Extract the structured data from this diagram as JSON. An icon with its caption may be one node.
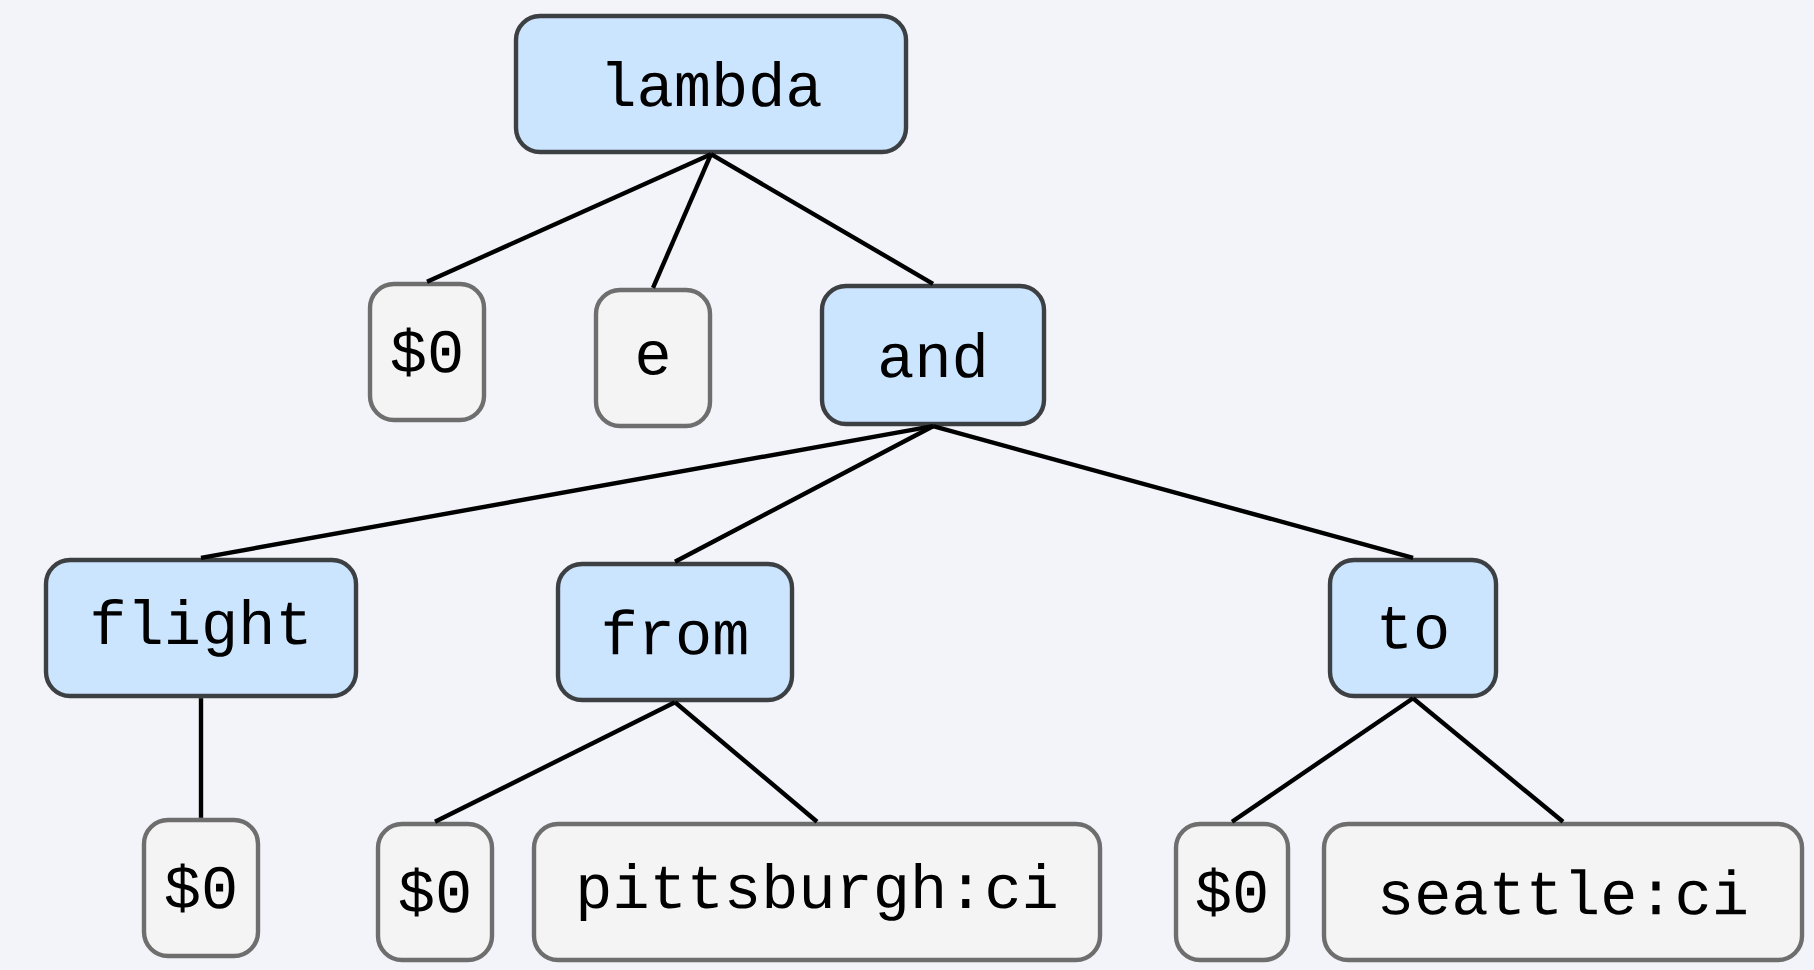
{
  "diagram": {
    "nodes": [
      {
        "text": [
          "lambda"
        ]
      },
      {
        "text": [
          "$0"
        ]
      },
      {
        "text": [
          "e"
        ]
      },
      {
        "text": [
          "and"
        ]
      },
      {
        "text": [
          "flight"
        ]
      },
      {
        "text": [
          "from"
        ]
      },
      {
        "text": [
          "to"
        ]
      },
      {
        "text": [
          "$0"
        ]
      },
      {
        "text": [
          "$0"
        ]
      },
      {
        "text": [
          "pittsburgh:ci"
        ]
      },
      {
        "text": [
          "$0"
        ]
      },
      {
        "text": [
          "seattle:ci"
        ]
      }
    ],
    "edges": [
      {
        "from": 0,
        "to": 1,
        "arrow": "none"
      },
      {
        "from": 0,
        "to": 2,
        "arrow": "none"
      },
      {
        "from": 0,
        "to": 3,
        "arrow": "none"
      },
      {
        "from": 3,
        "to": 4,
        "arrow": "none"
      },
      {
        "from": 3,
        "to": 5,
        "arrow": "none"
      },
      {
        "from": 3,
        "to": 6,
        "arrow": "none"
      },
      {
        "from": 4,
        "to": 7,
        "arrow": "none"
      },
      {
        "from": 5,
        "to": 8,
        "arrow": "none"
      },
      {
        "from": 5,
        "to": 9,
        "arrow": "none"
      },
      {
        "from": 6,
        "to": 10,
        "arrow": "none"
      },
      {
        "from": 6,
        "to": 11,
        "arrow": "none"
      }
    ]
  }
}
